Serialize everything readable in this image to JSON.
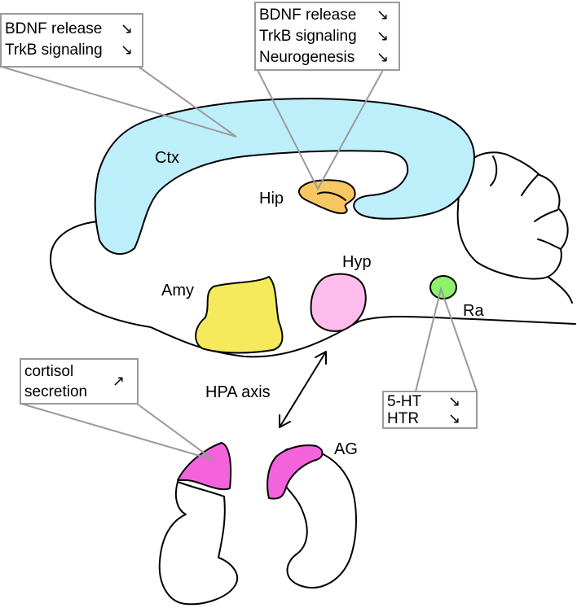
{
  "colors": {
    "cortex": "#bdeffb",
    "hippocampus": "#f9c762",
    "amygdala": "#f5e95c",
    "hypothalamus": "#fdbcec",
    "raphe": "#8df16a",
    "adrenal": "#f463dc",
    "callout_border": "#9a9a9a",
    "outline": "#000000"
  },
  "regions": {
    "cortex": "Ctx",
    "hippocampus": "Hip",
    "amygdala": "Amy",
    "hypothalamus": "Hyp",
    "raphe": "Ra",
    "adrenal": "AG"
  },
  "hpa_axis_label": "HPA axis",
  "callouts": {
    "cortex": {
      "lines": [
        {
          "text": "BDNF release",
          "arrow": "↘"
        },
        {
          "text": "TrkB signaling",
          "arrow": "↘"
        }
      ]
    },
    "hippocampus": {
      "lines": [
        {
          "text": "BDNF release",
          "arrow": "↘"
        },
        {
          "text": "TrkB signaling",
          "arrow": "↘"
        },
        {
          "text": "Neurogenesis",
          "arrow": "↘"
        }
      ]
    },
    "adrenal": {
      "lines": [
        {
          "text": "cortisol",
          "arrow": ""
        },
        {
          "text": "secretion",
          "arrow": "↗"
        }
      ]
    },
    "raphe": {
      "lines": [
        {
          "text": "5-HT",
          "arrow": "↘"
        },
        {
          "text": "HTR",
          "arrow": "↘"
        }
      ]
    }
  }
}
